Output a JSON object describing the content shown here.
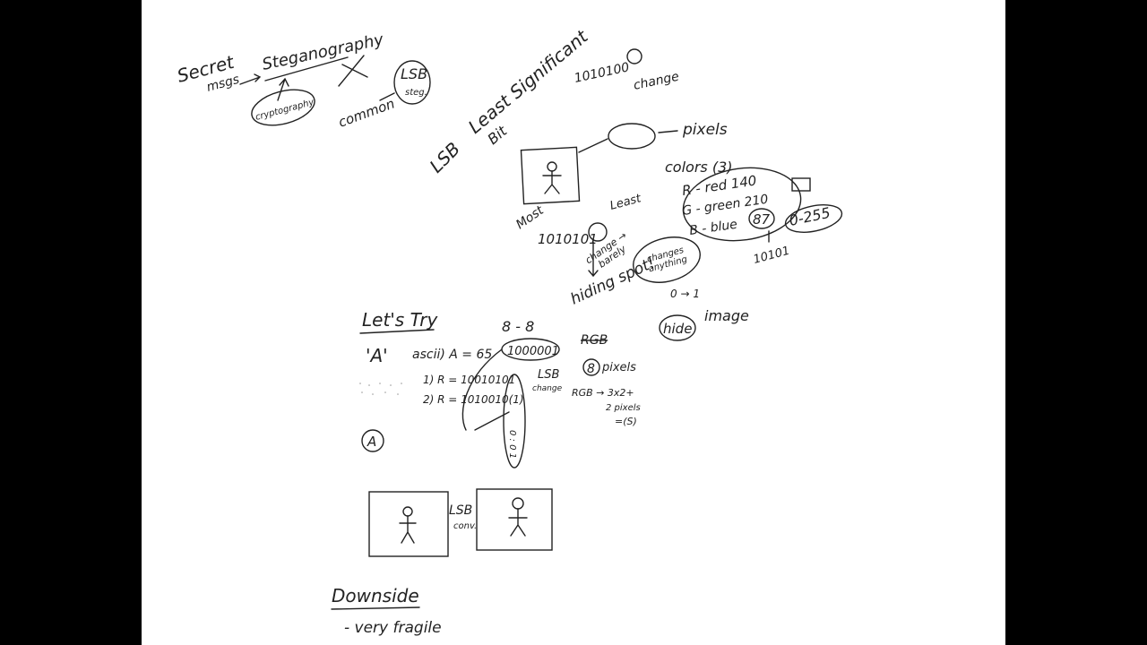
{
  "notes": {
    "secret": "Secret",
    "msgs": "msgs",
    "steganography": "Steganography",
    "cryptography": "cryptography",
    "common": "common",
    "lsb_steg": "LSB",
    "steg": "steg.",
    "lsb_def": "LSB",
    "least_significant": "Least Significant",
    "bit": "Bit",
    "bits_top": "1010100",
    "change": "change",
    "pixels": "pixels",
    "colors": "colors (3)",
    "red": "R - red 140",
    "green": "G - green 210",
    "blue": "B - blue",
    "blue_val": "87",
    "range": "0-255",
    "binary_blue": "10101",
    "most": "Most",
    "least": "Least",
    "bits_mid": "1010101",
    "change_barely": "change → barely",
    "changes_anything": "changes anything",
    "hiding_spot": "hiding spot!",
    "zero_one": "0 → 1",
    "hide": "hide",
    "image": "image",
    "lets_try": "Let's Try",
    "char_a": "'A'",
    "ascii": "ascii) A = 65",
    "ascii_bits": "1000001",
    "eight_eight": "8 - 8",
    "rgb_struck": "RGB",
    "eight_pixels": "pixels",
    "eight": "8",
    "r1": "1) R = 10010101",
    "r2": "2) R = 1010010(1)",
    "lsb_change": "LSB",
    "change_small": "change",
    "rgb_calc": "RGB → 3x2+",
    "two_pixels": "2 pixels",
    "eq_s": "=(S)",
    "circled_a": "A",
    "vertical_bits": "0 : 0 1",
    "lsb_conv": "LSB",
    "conv": "conv.",
    "downside": "Downside",
    "very_fragile": "- very fragile"
  }
}
